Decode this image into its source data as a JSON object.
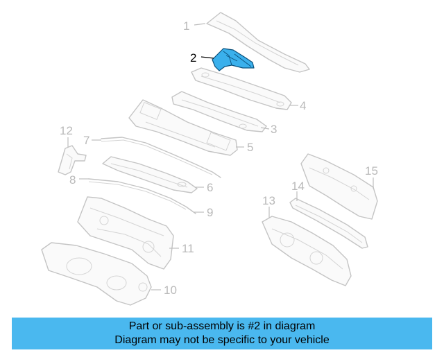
{
  "callouts": {
    "c1": "1",
    "c2": "2",
    "c3": "3",
    "c4": "4",
    "c5": "5",
    "c6": "6",
    "c7": "7",
    "c8": "8",
    "c9": "9",
    "c10": "10",
    "c11": "11",
    "c12": "12",
    "c13": "13",
    "c14": "14",
    "c15": "15"
  },
  "highlight": {
    "part_number": "2",
    "color": "#3ab0ec"
  },
  "banner": {
    "line1": "Part or sub-assembly is #2 in diagram",
    "line2": "Diagram may not be specific to your vehicle",
    "color": "#4ab8ef"
  }
}
